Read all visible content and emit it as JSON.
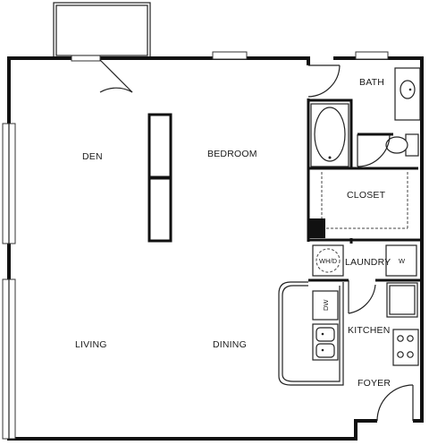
{
  "rooms": {
    "den": "DEN",
    "bedroom": "BEDROOM",
    "bath": "BATH",
    "closet": "CLOSET",
    "laundry": "LAUNDRY",
    "kitchen": "KITCHEN",
    "living": "LIVING",
    "dining": "DINING",
    "foyer": "FOYER"
  },
  "appliances": {
    "washer_dryer": "WH/D",
    "washer": "W",
    "dishwasher": "DW"
  }
}
